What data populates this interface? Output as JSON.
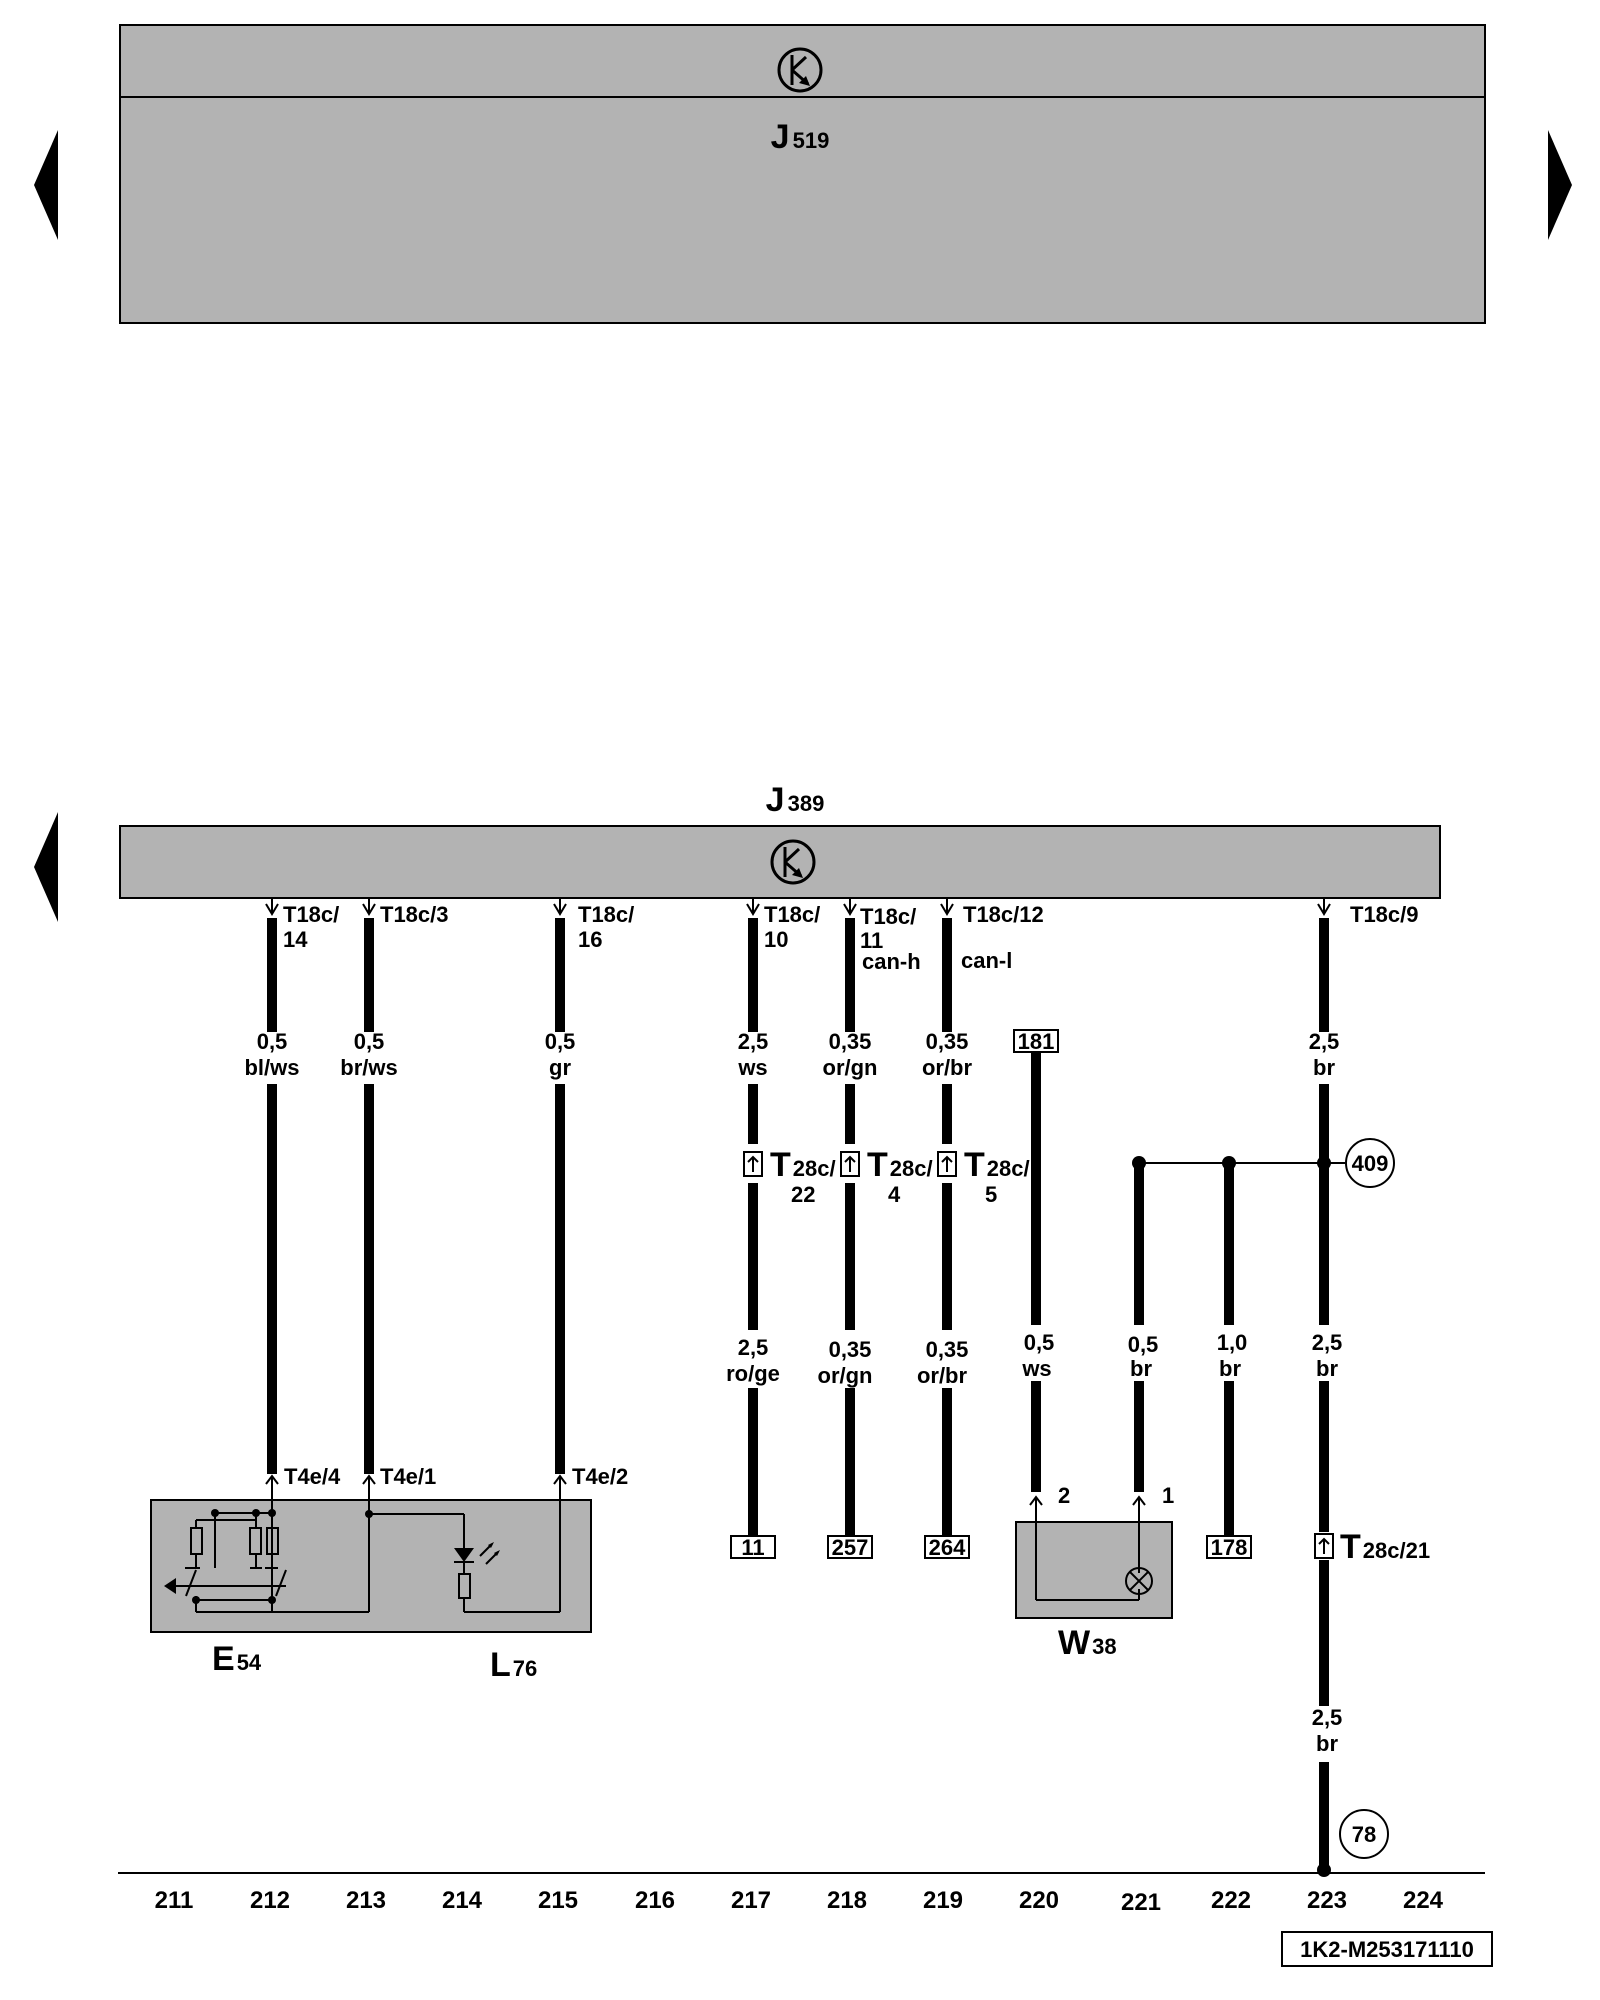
{
  "nav": {
    "prev_icon": "triangle-left-icon",
    "next_icon": "triangle-right-icon"
  },
  "top_unit": {
    "name": "J",
    "sub": "519",
    "symbol": "control-unit-symbol"
  },
  "bottom_unit": {
    "name": "J",
    "sub": "389",
    "symbol": "control-unit-symbol"
  },
  "pins": {
    "p212": [
      "T18c/",
      "14"
    ],
    "p213": [
      "T18c/3"
    ],
    "p215": [
      "T18c/",
      "16"
    ],
    "p217": [
      "T18c/",
      "10"
    ],
    "p218": [
      "T18c/",
      "11",
      "can-h"
    ],
    "p219": [
      "T18c/12",
      "can-l"
    ],
    "p223": [
      "T18c/9"
    ]
  },
  "wires": {
    "w212": [
      "0,5",
      "bl/ws"
    ],
    "w213": [
      "0,5",
      "br/ws"
    ],
    "w215": [
      "0,5",
      "gr"
    ],
    "w217a": [
      "2,5",
      "ws"
    ],
    "w218a": [
      "0,35",
      "or/gn"
    ],
    "w219a": [
      "0,35",
      "or/br"
    ],
    "w223a": [
      "2,5",
      "br"
    ],
    "w217b": [
      "2,5",
      "ro/ge"
    ],
    "w218b": [
      "0,35",
      "or/gn"
    ],
    "w219b": [
      "0,35",
      "or/br"
    ],
    "w220": [
      "0,5",
      "ws"
    ],
    "w221": [
      "0,5",
      "br"
    ],
    "w222": [
      "1,0",
      "br"
    ],
    "w223b": [
      "2,5",
      "br"
    ],
    "w223c": [
      "2,5",
      "br"
    ]
  },
  "connectors": {
    "c217": [
      "T",
      "28c/",
      "22"
    ],
    "c218": [
      "T",
      "28c/",
      "4"
    ],
    "c219": [
      "T",
      "28c/",
      "5"
    ],
    "c223": [
      "T",
      "28c/21"
    ]
  },
  "references": {
    "ref181": "181",
    "ref11": "11",
    "ref257": "257",
    "ref264": "264",
    "ref178": "178"
  },
  "grounds": {
    "g409": "409",
    "g78": "78"
  },
  "component_pins": {
    "t4e4": "T4e/4",
    "t4e1": "T4e/1",
    "t4e2": "T4e/2",
    "w38pin2": "2",
    "w38pin1": "1"
  },
  "components": {
    "e54": {
      "name": "E",
      "sub": "54"
    },
    "l76": {
      "name": "L",
      "sub": "76"
    },
    "w38": {
      "name": "W",
      "sub": "38"
    }
  },
  "columns": [
    "211",
    "212",
    "213",
    "214",
    "215",
    "216",
    "217",
    "218",
    "219",
    "220",
    "221",
    "222",
    "223",
    "224"
  ],
  "diagram_id": "1K2-M253171110"
}
